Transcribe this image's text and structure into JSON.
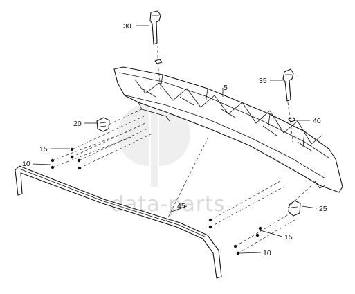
{
  "watermark": {
    "text": "data-parts",
    "color": "#d9d9d9"
  },
  "callouts": {
    "c30": "30",
    "c5": "5",
    "c35": "35",
    "c20": "20",
    "c40": "40",
    "c15_left": "15",
    "c10_left": "10",
    "c45": "45",
    "c25": "25",
    "c15_right": "15",
    "c10_right": "10"
  },
  "colors": {
    "line": "#111111",
    "watermark": "#d9d9d9",
    "background": "#ffffff"
  }
}
